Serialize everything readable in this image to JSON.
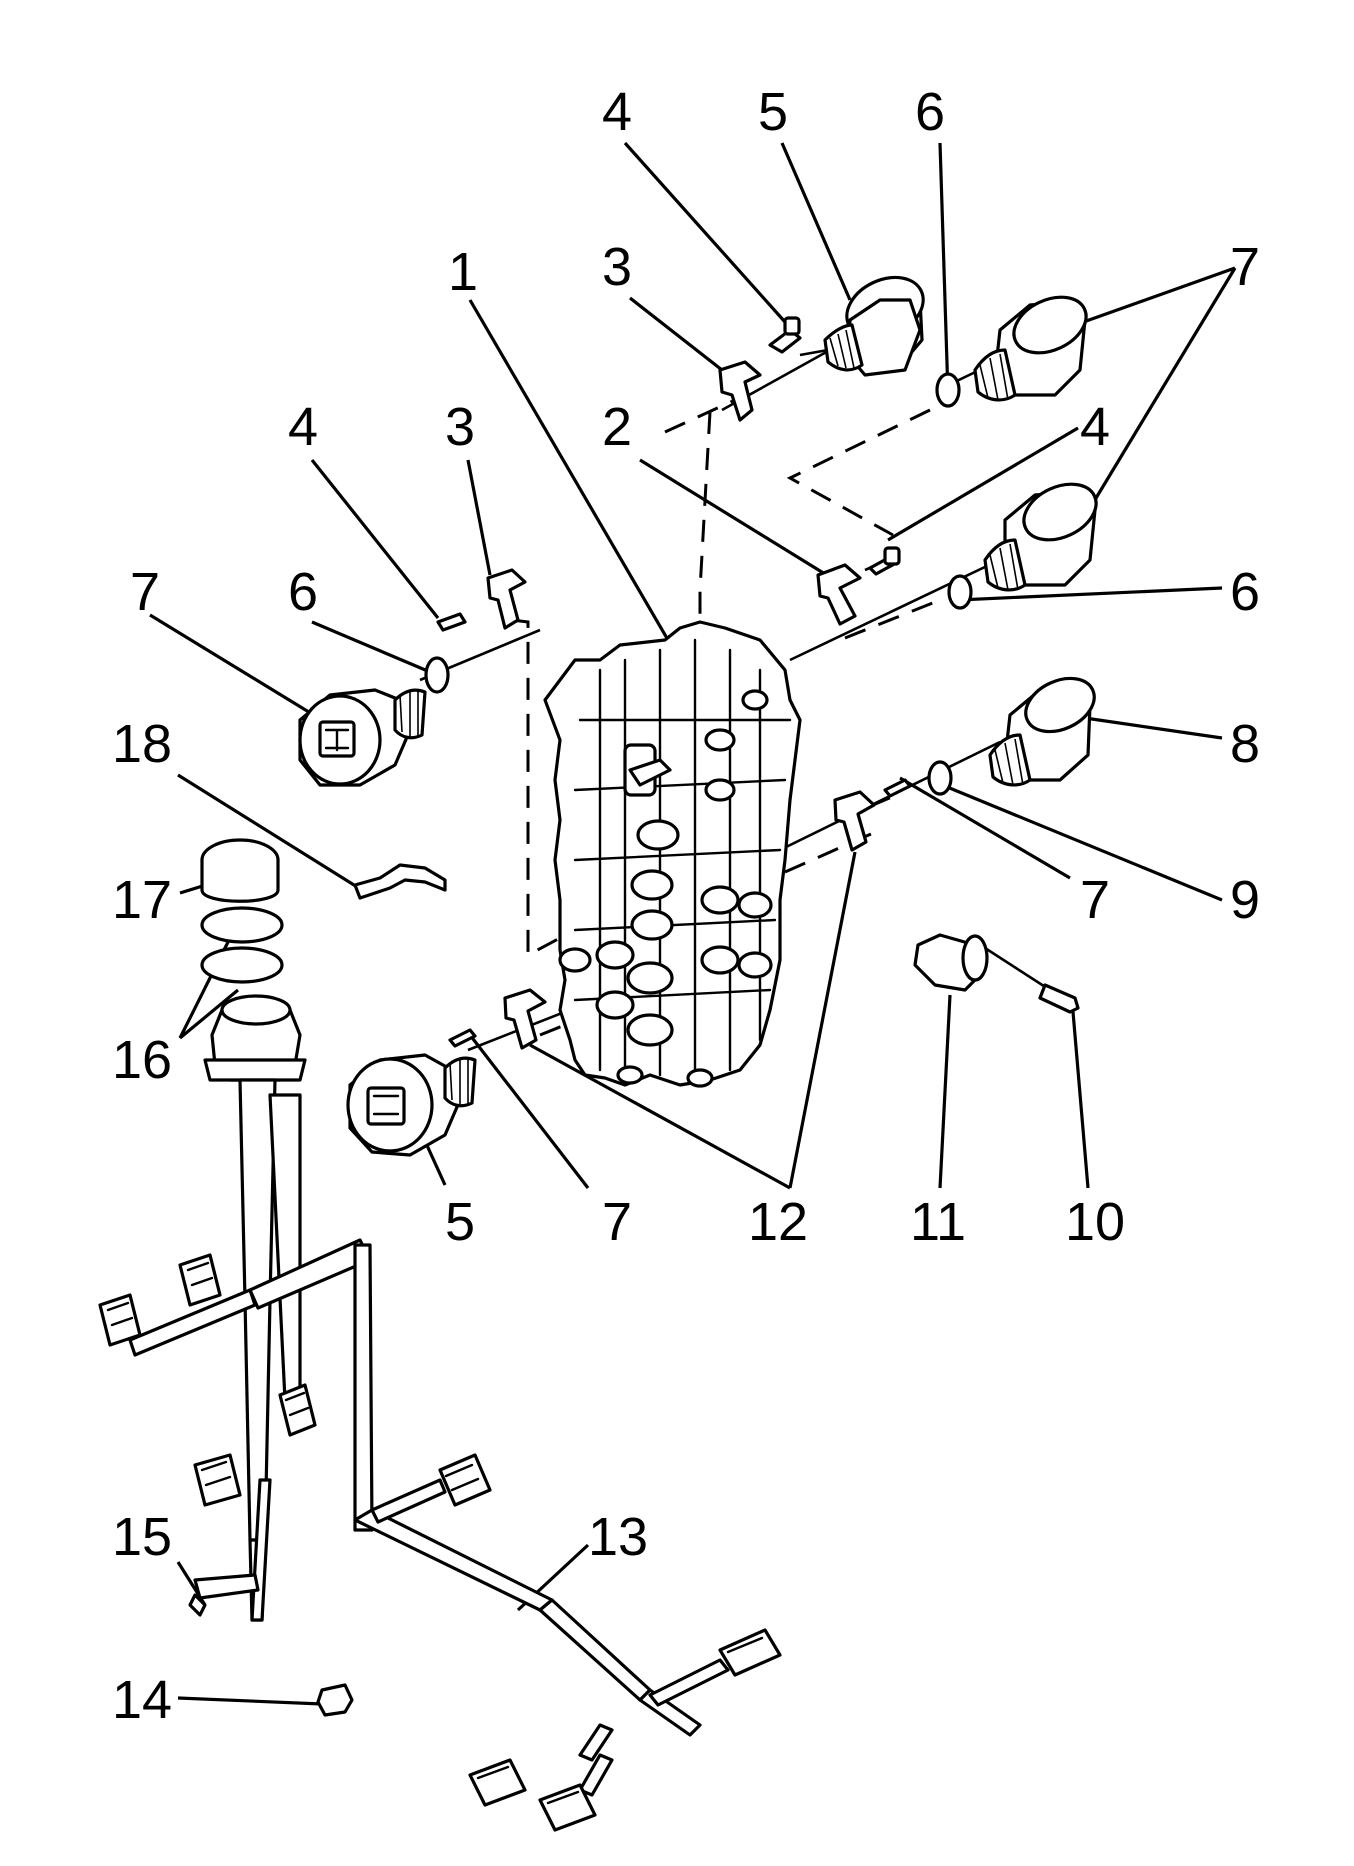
{
  "callouts": [
    {
      "id": "c1",
      "text": "1"
    },
    {
      "id": "c2",
      "text": "2"
    },
    {
      "id": "c3a",
      "text": "3"
    },
    {
      "id": "c3b",
      "text": "3"
    },
    {
      "id": "c4a",
      "text": "4"
    },
    {
      "id": "c4b",
      "text": "4"
    },
    {
      "id": "c4c",
      "text": "4"
    },
    {
      "id": "c5a",
      "text": "5"
    },
    {
      "id": "c5b",
      "text": "5"
    },
    {
      "id": "c6a",
      "text": "6"
    },
    {
      "id": "c6b",
      "text": "6"
    },
    {
      "id": "c6c",
      "text": "6"
    },
    {
      "id": "c7a",
      "text": "7"
    },
    {
      "id": "c7b",
      "text": "7"
    },
    {
      "id": "c7c",
      "text": "7"
    },
    {
      "id": "c7d",
      "text": "7"
    },
    {
      "id": "c8",
      "text": "8"
    },
    {
      "id": "c9",
      "text": "9"
    },
    {
      "id": "c10",
      "text": "10"
    },
    {
      "id": "c11",
      "text": "11"
    },
    {
      "id": "c12",
      "text": "12"
    },
    {
      "id": "c13",
      "text": "13"
    },
    {
      "id": "c14",
      "text": "14"
    },
    {
      "id": "c15",
      "text": "15"
    },
    {
      "id": "c16",
      "text": "16"
    },
    {
      "id": "c17",
      "text": "17"
    },
    {
      "id": "c18",
      "text": "18"
    }
  ]
}
